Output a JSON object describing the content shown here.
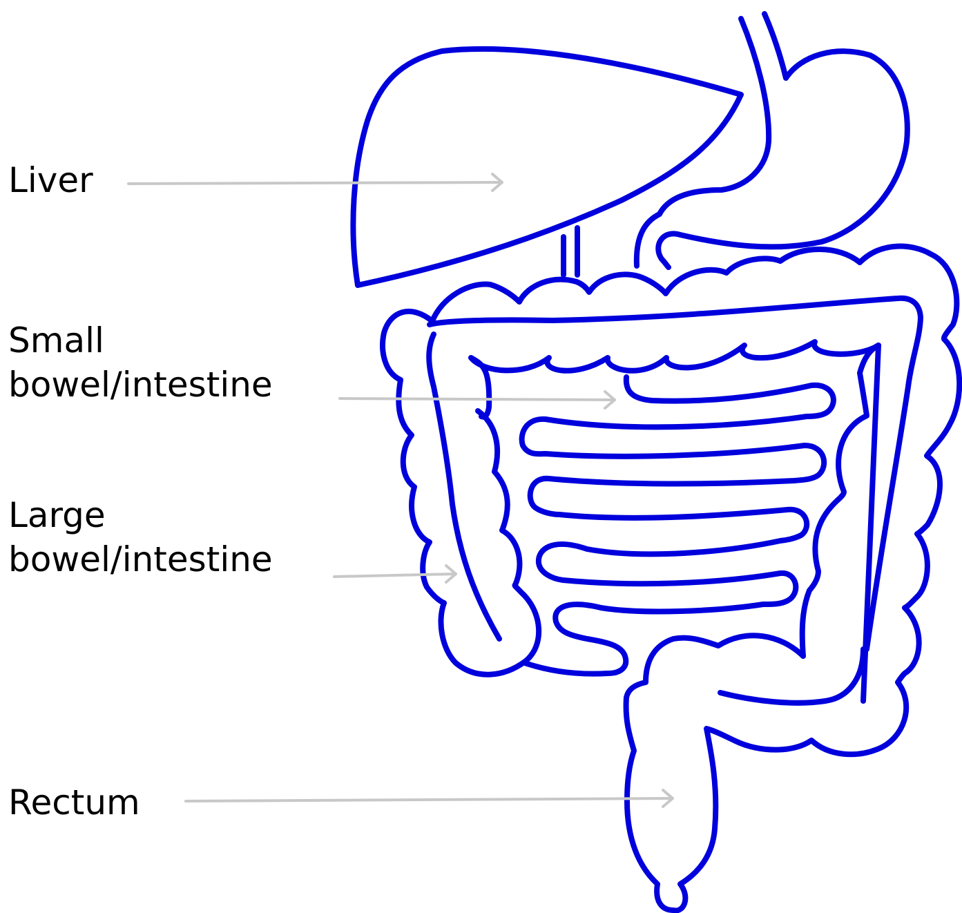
{
  "labels": {
    "liver": "Liver",
    "small_line1": "Small",
    "small_line2": "bowel/intestine",
    "large_line1": "Large",
    "large_line2": "bowel/intestine",
    "rectum": "Rectum"
  },
  "colors": {
    "organ_outline": "#0000dd",
    "pointer": "#c8c8c8",
    "text": "#000000"
  }
}
